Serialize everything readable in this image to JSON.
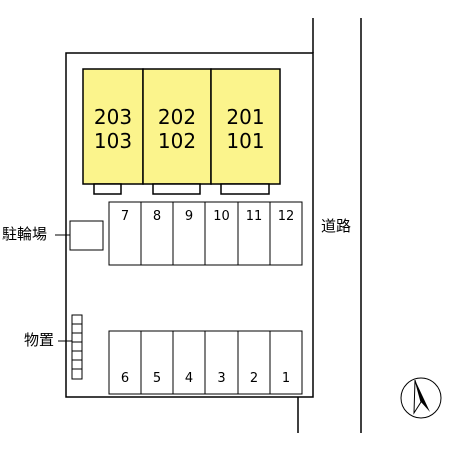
{
  "buildings": [
    {
      "upper": "203",
      "lower": "103"
    },
    {
      "upper": "202",
      "lower": "102"
    },
    {
      "upper": "201",
      "lower": "101"
    }
  ],
  "parking_top": [
    "7",
    "8",
    "9",
    "10",
    "11",
    "12"
  ],
  "parking_bottom": [
    "6",
    "5",
    "4",
    "3",
    "2",
    "1"
  ],
  "labels": {
    "bicycle": "駐輪場",
    "storage": "物置",
    "road": "道路"
  },
  "colors": {
    "building_fill": "#fbf48c",
    "line": "#000000"
  },
  "icons": {
    "compass": "north-arrow-icon"
  }
}
